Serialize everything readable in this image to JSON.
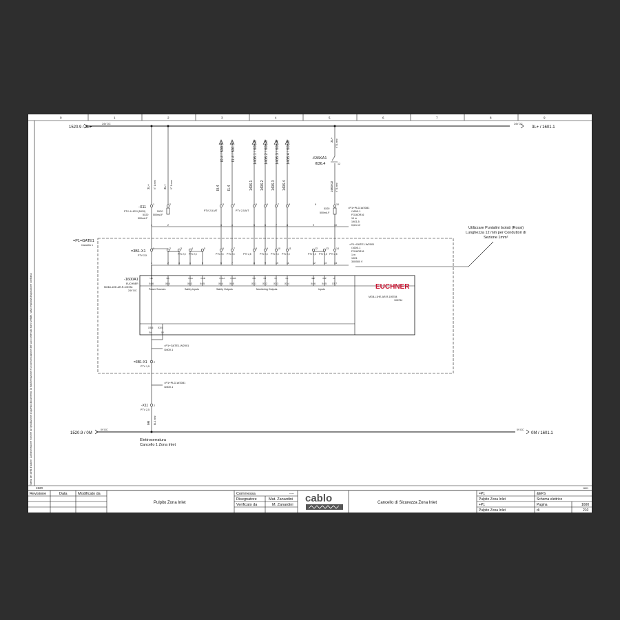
{
  "grid_columns": [
    "0",
    "1",
    "2",
    "3",
    "4",
    "5",
    "6",
    "7",
    "8",
    "9"
  ],
  "side_note": "Tutela dei diritti d'autore. La trasmissione nonché la riproduzione di questo documento, la trasformazione e la comunicazione del suo contenuto sono vietate, salvo esplicita disposizione contraria.",
  "rails": {
    "top_left": "1520.9 / 3L+",
    "top_left_tag": "24V DC",
    "top_right_tag": "24V DC",
    "top_right": "3L+ / 1601.1",
    "bottom_left": "1520.9 / 0M",
    "bottom_left_tag": "0V DC",
    "bottom_right_tag": "0V DC",
    "bottom_right": "0M / 1601.1"
  },
  "signals": [
    {
      "label": "I0.4 / 600.5",
      "wire": "I0.4"
    },
    {
      "label": "I1.4 / 601.5",
      "wire": "I1.4"
    },
    {
      "label": "1406.1 / 608.3",
      "wire": "1406.1"
    },
    {
      "label": "1406.2 / 608.3",
      "wire": "1406.2"
    },
    {
      "label": "1406.3 / 608.4",
      "wire": "1406.3"
    },
    {
      "label": "1406.4 / 608.5",
      "wire": "1406.4"
    }
  ],
  "wires": {
    "w3l_a": "3L+",
    "w3l_a_sub": "VT 1 mm²",
    "w3l_b": "3L+",
    "w3l_b_sub": "VT 1 mm²",
    "w3l_c": "3L+",
    "w3l_c_sub": "VT 1 mm²",
    "w1600": "1600.02",
    "w1600_sub": "VT 1 mm²",
    "w0m": "0M",
    "w0m_sub": "BL 1 mm²"
  },
  "relay": {
    "name": "-636KA1",
    "ref": "/636.4",
    "contact": "12"
  },
  "terminal_x11": {
    "name": "-X11",
    "left_note": "PTV 4-HESI (5X20)",
    "fuse": "5X20",
    "fuse_rating": "500mA F",
    "left_rating": "5X20",
    "left_rating2": "500mA F",
    "ptv_a": "PTV 2,5-MT",
    "ptv_b": "PTV 2,5-MT",
    "right_fuse": "5X20",
    "right_fuse_rating": "500mA F",
    "numbers": [
      "1",
      "2",
      "3",
      "4",
      "5",
      "6",
      "7",
      "8",
      "9",
      "10"
    ]
  },
  "cable_w2081": {
    "name": "=P1+PLD-W2081",
    "ref": "/1600.1",
    "type": "FG16OR16",
    "length": "10 m",
    "cores": "19G1,5",
    "voltage": "0,6/1 kV"
  },
  "cable_w2001": {
    "name": "=P1+GATE1-W2001",
    "ref": "/1600.1",
    "type": "FG16OR16",
    "length": "1 m",
    "cores": "19G1",
    "voltage": "300/500 V"
  },
  "note": {
    "line1": "Utilizzare Puntalini Isolati (Rossi)",
    "line2": "Lunghezza 12 mm per Conduttori di",
    "line3": "Sezione 1mm²"
  },
  "gate": {
    "name": "=P1=GATE1",
    "sub": "Cancello 1"
  },
  "terminal_3b1": {
    "name": "=3B1-X1",
    "ptv": "PTV 2,5",
    "ptv_items": [
      "PTV 2,5",
      "PTV 2,5",
      "PTV 2,5",
      "PTV 2,5",
      "PTV 2,5",
      "PTV 2,5",
      "PTV 2,5",
      "PTV 2,5",
      "PTV 2,5",
      "PTV 2,5",
      "PTV 2,5"
    ],
    "numbers": [
      "1",
      "2",
      "3",
      "4",
      "5",
      "6",
      "7",
      "8",
      "9",
      "10",
      "11",
      "12",
      "13",
      "14"
    ]
  },
  "device": {
    "tag": "-1600A1",
    "maker": "EUCHNER",
    "model": "MGB-L1HE-AR-R-105784",
    "voltage": "24V DC",
    "logo": "EUCHNER",
    "model_right": "MGB-L1HE-AR-R-105784",
    "code": "105784",
    "groups": [
      "Power Sources",
      "Safety Inputs",
      "Safety Outputs",
      "Monitoring Outputs",
      "Inputs"
    ],
    "pins_top": [
      "UB",
      "UA",
      "FI1A",
      "FI1B",
      "FO1A",
      "FO1B",
      "OD",
      "OT",
      "OI",
      "OL",
      "IEP",
      "IMP",
      "IA"
    ],
    "pins_bottom": [
      "X4:6",
      "X4:4",
      "X4:3",
      "X4:5",
      "X4:4",
      "X4:5",
      "X3:1",
      "X3:2",
      "X3:3",
      "X3:4",
      "X4:6",
      "X4:5",
      "X3:7"
    ],
    "pins_x3": [
      "X3:5",
      "X3:5"
    ],
    "pins_x3_sig": [
      "0V",
      "0V"
    ]
  },
  "lower_cables": [
    {
      "name": "=P1+GATE1-W2001",
      "ref": "/1600.1"
    },
    {
      "name": "=P1+PLD-W2081",
      "ref": "/1600.1"
    }
  ],
  "lower_terminals": [
    {
      "name": "=3B1-X1",
      "num": "2",
      "ptv": "PTV 1,5"
    },
    {
      "name": "-X11",
      "num": "2",
      "ptv": "PTV 2,5"
    }
  ],
  "load": {
    "line1": "Elettroserratura",
    "line2": "Cancello 1 Zona Inlet"
  },
  "sheet_left": "1520",
  "sheet_right": "1601",
  "title_block": {
    "rev_headers": [
      "Revisione",
      "Data",
      "Modificato da"
    ],
    "project": "Pulpito Zona Inlet",
    "commessa_label": "Commessa",
    "commessa_value": "----",
    "disegnatore_label": "Disegnatore",
    "disegnatore_value": "Mat. Zanardini",
    "verificato_label": "Verificato da",
    "verificato_value": "M. Zanardini",
    "logo": "cablo",
    "description": "Cancello di Sicurezza Zona Inlet",
    "r1c1": "=P1",
    "r1c2": "&EFS",
    "r2c1": "Pulpito Zona Inlet",
    "r2c2": "Schema elettrico",
    "r3c1": "+P1",
    "r3c2": "Pagina",
    "r3c3": "1600",
    "r4c1": "Pulpito Zona Inlet",
    "r4c2": "di",
    "r4c3": "210"
  }
}
